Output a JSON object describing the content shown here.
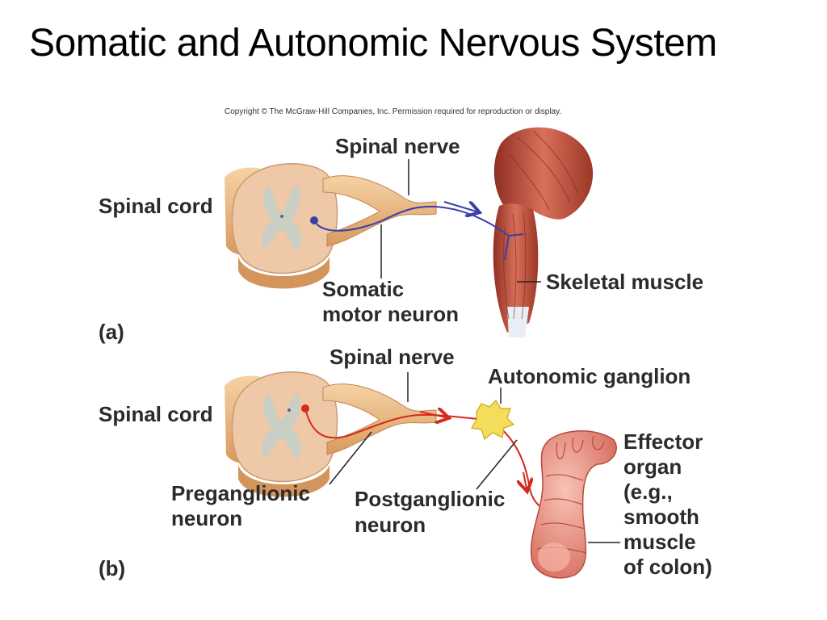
{
  "slide": {
    "title": "Somatic and Autonomic Nervous System",
    "copyright": "Copyright © The McGraw-Hill Companies, Inc. Permission required for reproduction or display."
  },
  "panel_a": {
    "letter": "(a)",
    "spinal_cord": "Spinal cord",
    "spinal_nerve": "Spinal nerve",
    "neuron_line1": "Somatic",
    "neuron_line2": "motor neuron",
    "target": "Skeletal muscle"
  },
  "panel_b": {
    "letter": "(b)",
    "spinal_cord": "Spinal cord",
    "spinal_nerve": "Spinal nerve",
    "ganglion": "Autonomic ganglion",
    "pre_line1": "Preganglionic",
    "pre_line2": "neuron",
    "post_line1": "Postganglionic",
    "post_line2": "neuron",
    "effector": [
      "Effector",
      "organ",
      "(e.g.,",
      "smooth",
      "muscle",
      "of colon)"
    ]
  },
  "colors": {
    "somatic_neuron": "#3b3ea8",
    "autonomic_neuron": "#d42a1c",
    "nerve": "#e9b77f",
    "cord_white": "#efc8a8",
    "cord_gray": "#c9cfc4",
    "muscle": "#b84a38",
    "colon": "#e48b7c",
    "ganglion": "#f3dd5a"
  }
}
